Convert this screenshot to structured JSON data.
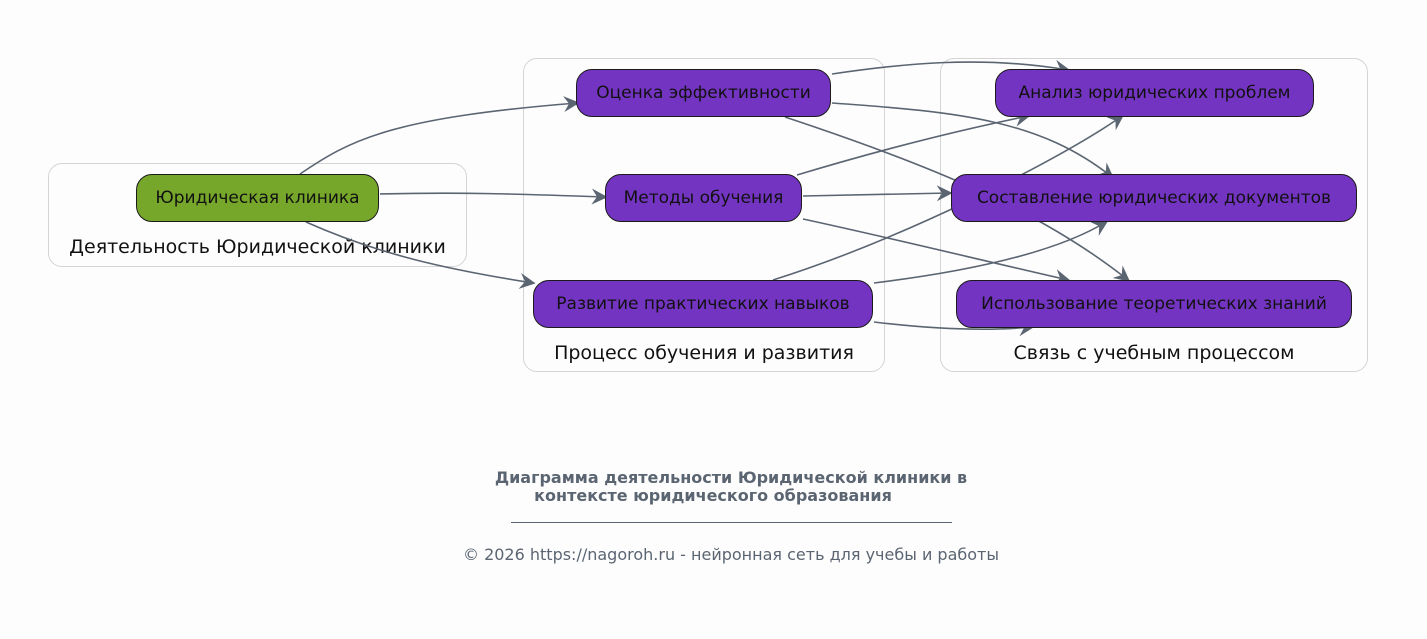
{
  "colors": {
    "clinic_node": "#76a72b",
    "process_node": "#7434c2",
    "edge": "#5b6572",
    "cluster_border": "#d4d4d4",
    "caption": "#5b6572"
  },
  "clusters": {
    "clinic": {
      "label": "Деятельность Юридической клиники"
    },
    "learning": {
      "label": "Процесс обучения и развития"
    },
    "study": {
      "label": "Связь с учебным процессом"
    }
  },
  "nodes": {
    "clinic": {
      "label": "Юридическая клиника"
    },
    "evaluation": {
      "label": "Оценка эффективности"
    },
    "methods": {
      "label": "Методы обучения"
    },
    "skills": {
      "label": "Развитие практических навыков"
    },
    "analysis": {
      "label": "Анализ юридических проблем"
    },
    "drafting": {
      "label": "Составление юридических документов"
    },
    "theory": {
      "label": "Использование теоретических знаний"
    }
  },
  "caption": {
    "title_line1": "Диаграмма деятельности Юридической клиники в",
    "title_line2": "контексте юридического образования",
    "footer": "© 2026 https://nagoroh.ru - нейронная сеть для учебы и работы"
  }
}
